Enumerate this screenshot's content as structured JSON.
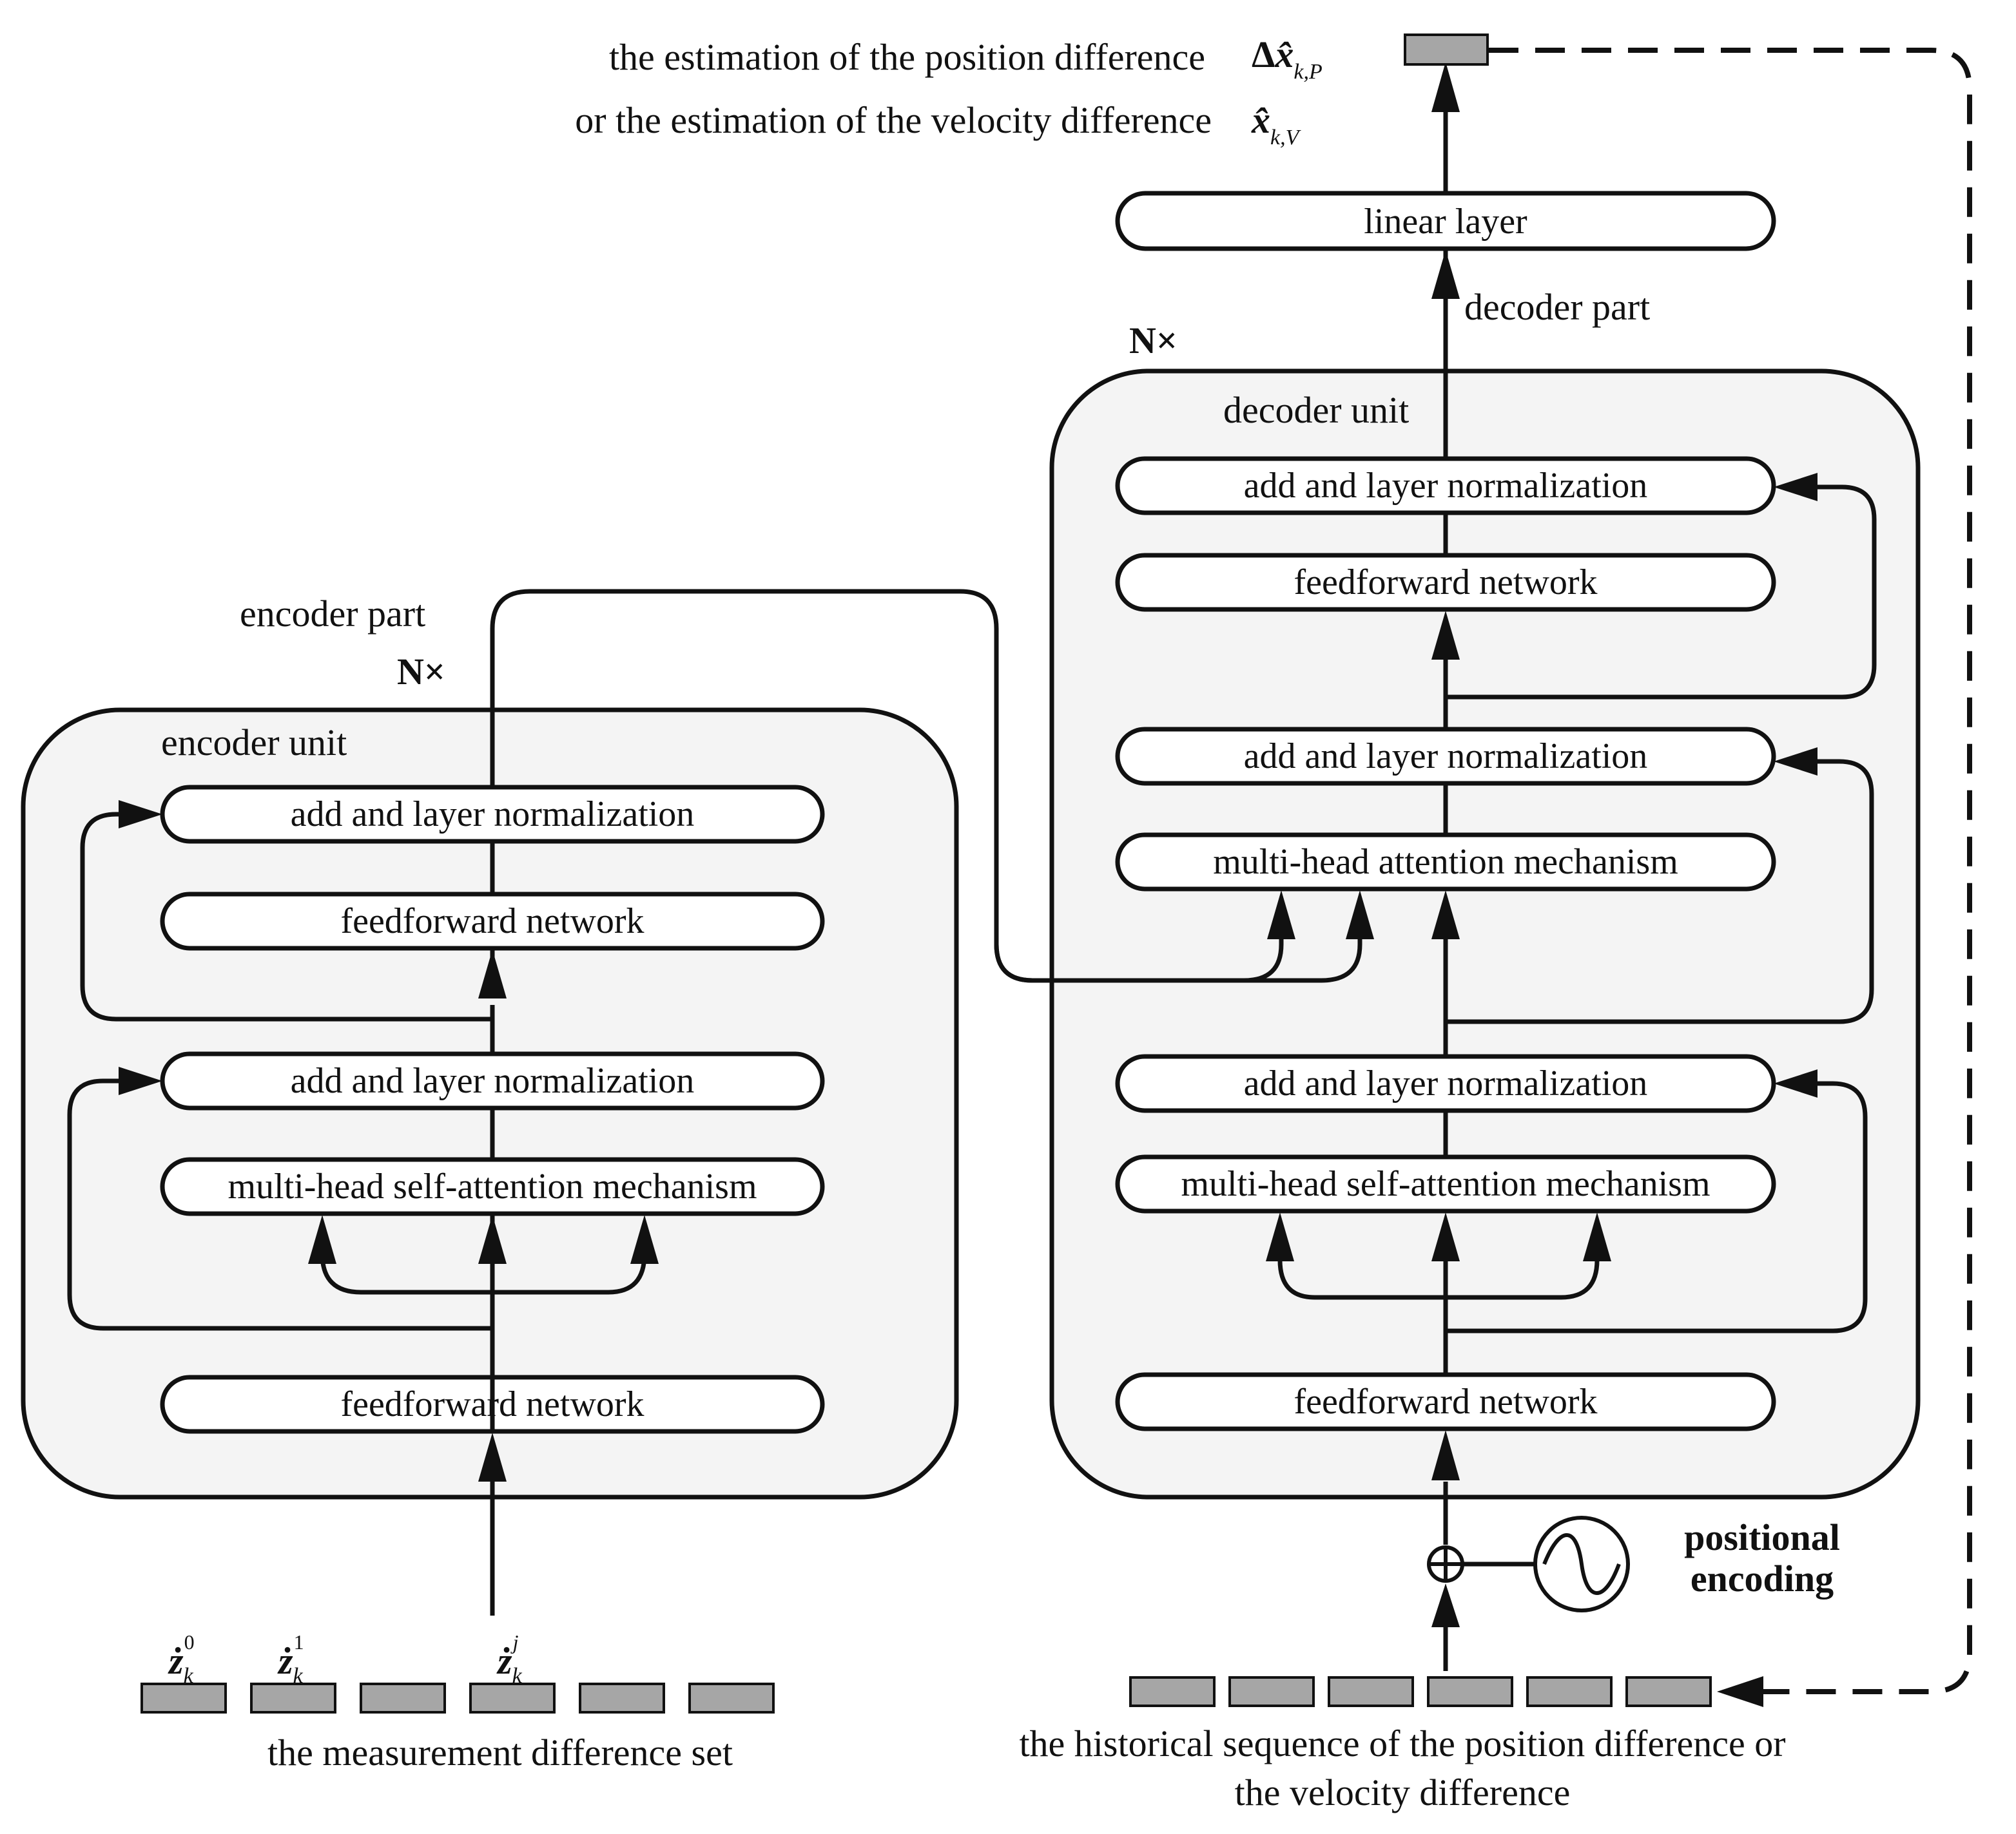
{
  "top": {
    "line1": "the estimation of the position difference",
    "line2": "or the estimation of the velocity difference",
    "sym1_delta": "Δ",
    "sym1_base": "x̂",
    "sym1_sub": "k,P",
    "sym2_base": "x̂",
    "sym2_sub": "k,V"
  },
  "decoder": {
    "linear_layer": "linear layer",
    "part_label": "decoder part",
    "repeat": "N×",
    "unit_label": "decoder unit",
    "norm_top": "add and layer normalization",
    "ffn_top": "feedforward network",
    "norm_mid": "add and layer normalization",
    "cross_attention": "multi-head attention mechanism",
    "norm_bottom": "add and layer normalization",
    "self_attention": "multi-head self-attention mechanism",
    "ffn_bottom": "feedforward network",
    "positional_line1": "positional",
    "positional_line2": "encoding",
    "history_line1": "the historical sequence of the position difference or",
    "history_line2": "the velocity difference"
  },
  "encoder": {
    "part_label": "encoder part",
    "repeat": "N×",
    "unit_label": "encoder unit",
    "norm_top": "add and layer normalization",
    "ffn_top": "feedforward network",
    "norm_bottom": "add and layer normalization",
    "self_attention": "multi-head self-attention mechanism",
    "ffn_bottom": "feedforward network",
    "measurement_label": "the measurement difference set",
    "z_base": "ż",
    "z_sub": "k",
    "z_sup": [
      "0",
      "1",
      "j"
    ]
  },
  "colors": {
    "stroke": "#111111",
    "panel_fill": "#f4f4f4",
    "token_fill": "#a6a6a6"
  }
}
